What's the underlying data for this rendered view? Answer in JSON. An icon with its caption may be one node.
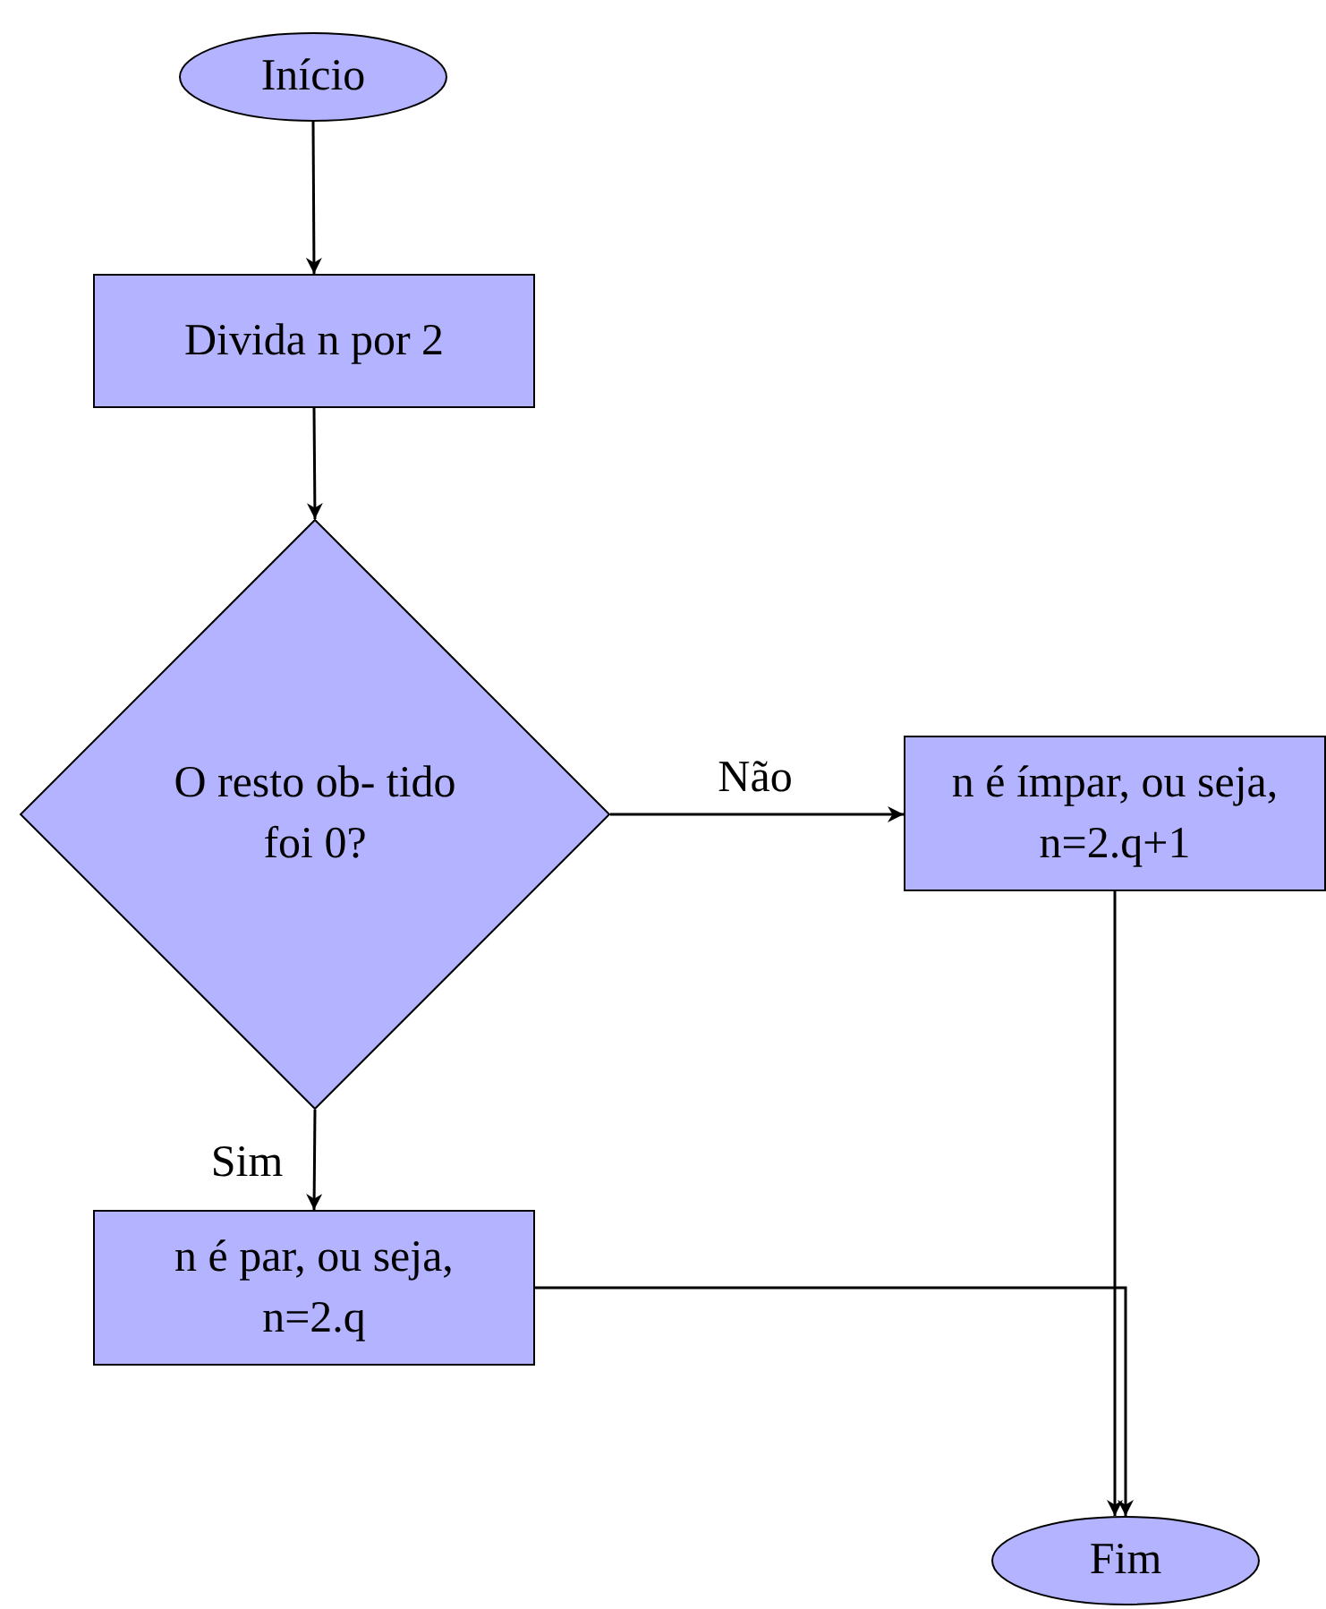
{
  "diagram": {
    "nodes": [
      {
        "text": [
          "Início"
        ]
      },
      {
        "text": [
          "Divida n por 2"
        ]
      },
      {
        "text": [
          "O resto ob- tido foi 0?"
        ]
      },
      {
        "text": [
          "n é ímpar, ou seja, n=2.q+1"
        ]
      },
      {
        "text": [
          "n é par, ou seja, n=2.q"
        ]
      },
      {
        "text": [
          "Fim"
        ]
      }
    ],
    "edges": [
      {
        "from": 0,
        "to": 1,
        "arrow": "to"
      },
      {
        "from": 1,
        "to": 2,
        "arrow": "to"
      },
      {
        "from": 2,
        "to": 3,
        "arrow": "to",
        "label": "Não"
      },
      {
        "from": 2,
        "to": 4,
        "arrow": "to",
        "label": "Sim"
      },
      {
        "from": 3,
        "to": 5,
        "arrow": "to"
      },
      {
        "from": 4,
        "to": 5,
        "arrow": "to"
      }
    ]
  }
}
